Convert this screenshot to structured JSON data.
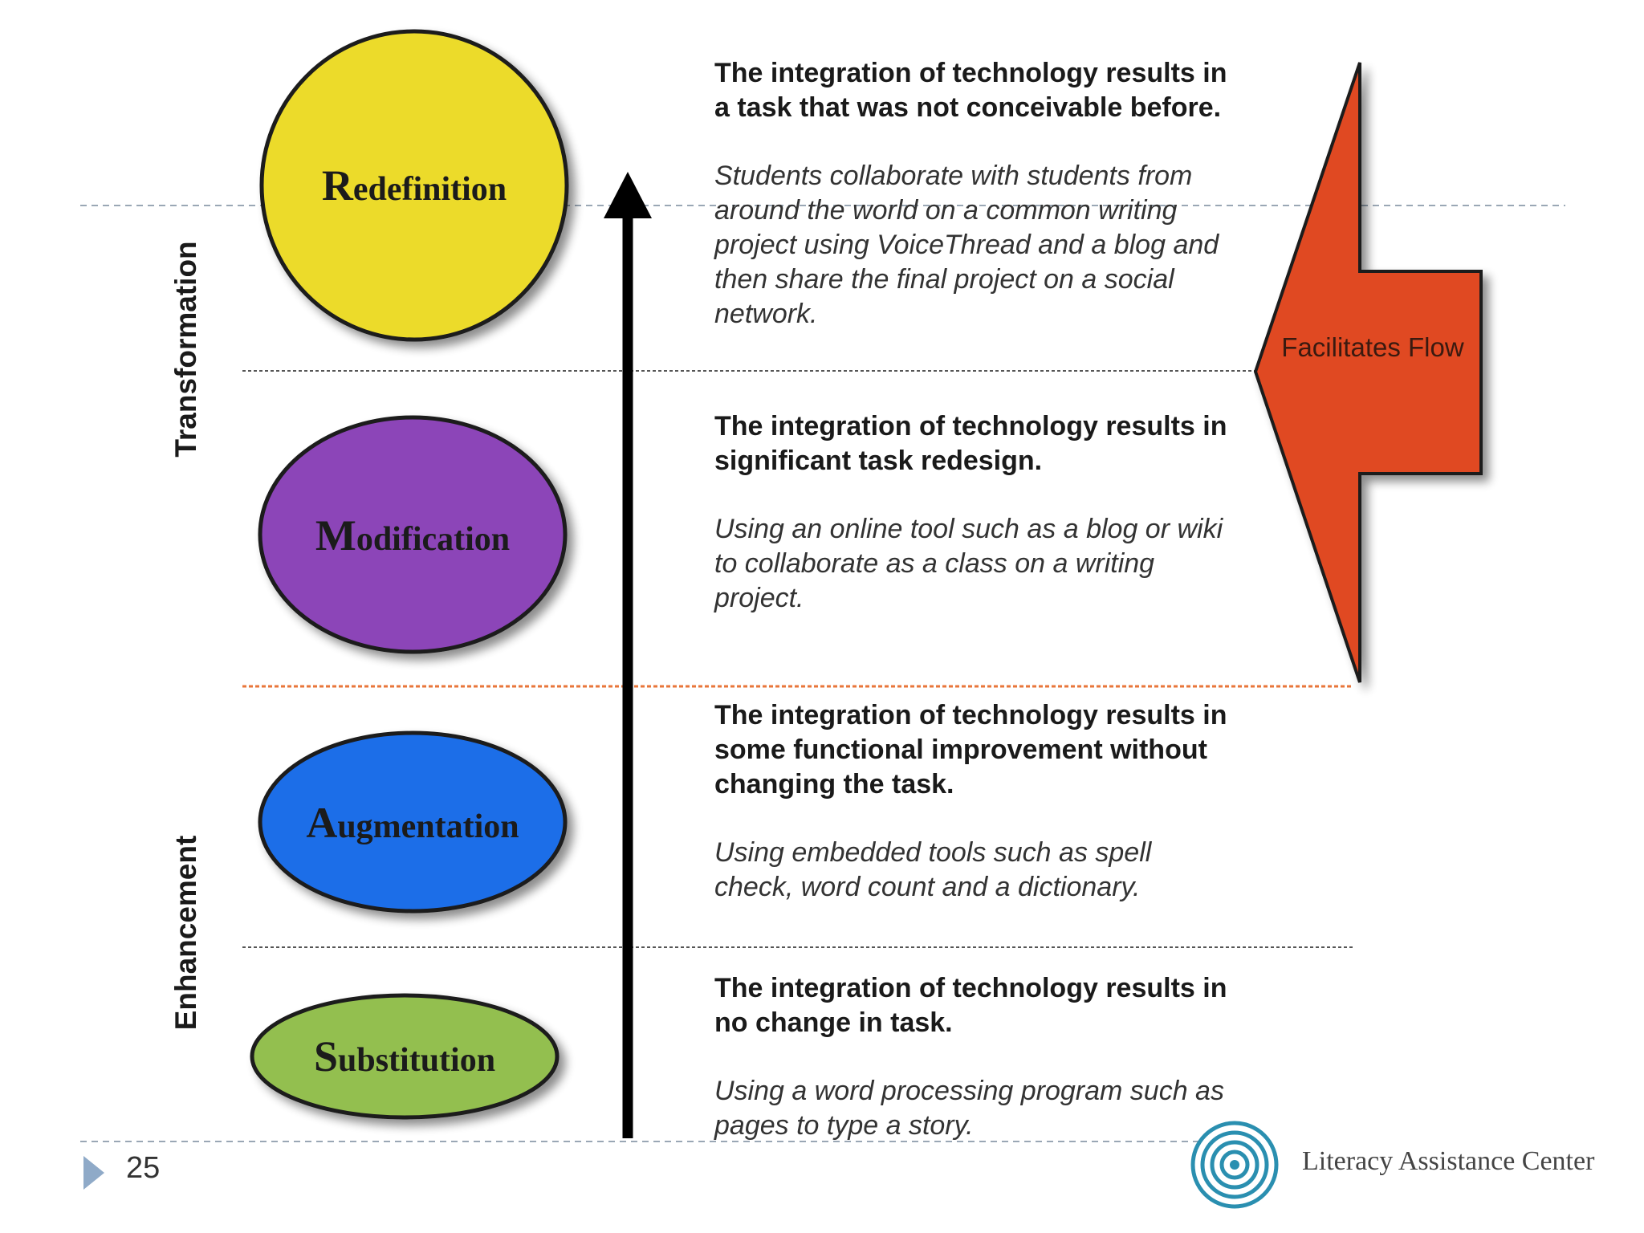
{
  "groups": {
    "transformation": "Transformation",
    "enhancement": "Enhancement"
  },
  "levels": [
    {
      "name_initial": "R",
      "name_rest": "edefinition",
      "color": "#ecdb2c",
      "statement": "The integration of technology results in a task that was not conceivable before.",
      "example": "Students collaborate with students from around the world on a common writing project using VoiceThread and a blog and then share the final project on a social network."
    },
    {
      "name_initial": "M",
      "name_rest": "odification",
      "color": "#8c44b8",
      "statement": "The integration of technology results in significant task redesign.",
      "example": "Using an online tool such as a blog or wiki to collaborate as a class on a writing project."
    },
    {
      "name_initial": "A",
      "name_rest": "ugmentation",
      "color": "#1f6ee8",
      "statement": "The integration of technology results in some functional improvement without changing the task.",
      "example": "Using embedded tools such as spell check, word count and a dictionary."
    },
    {
      "name_initial": "S",
      "name_rest": "ubstitution",
      "color": "#93bf4f",
      "statement": "The integration of technology results in no change in task.",
      "example": "Using a word processing program such as pages to type a story."
    }
  ],
  "flow_arrow": {
    "label": "Facilitates Flow",
    "color": "#e04a22"
  },
  "footer": {
    "page_number": "25",
    "organization": "Literacy Assistance Center"
  }
}
